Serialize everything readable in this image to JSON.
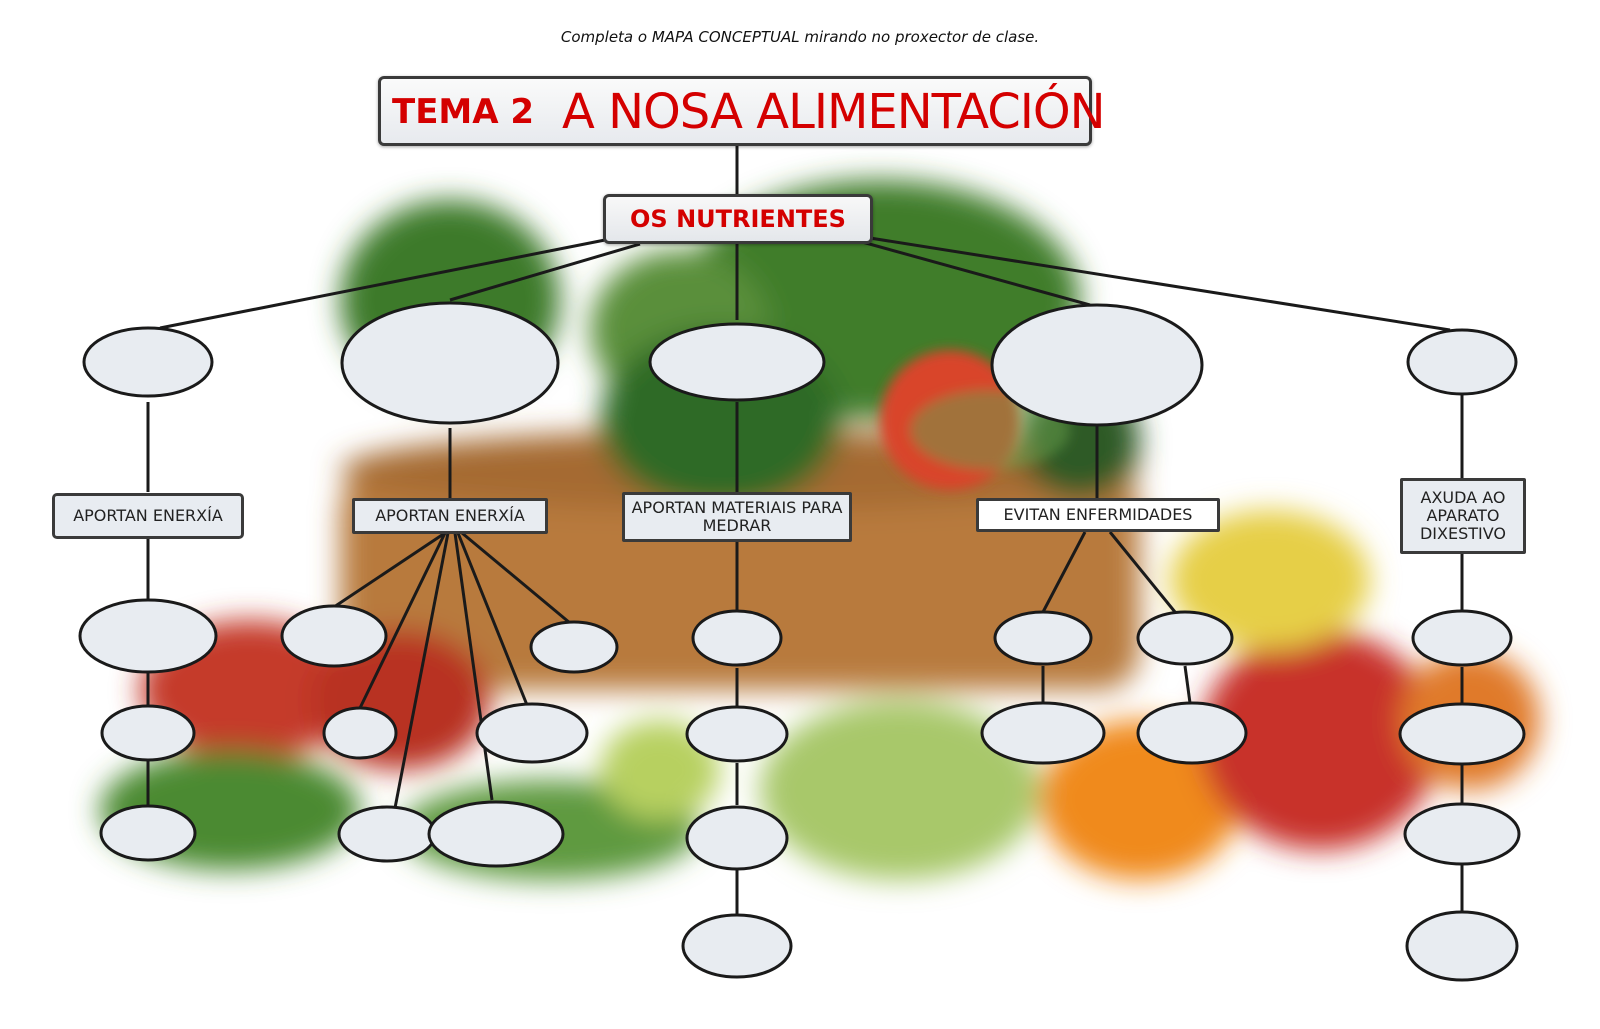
{
  "instruction": "Completa o MAPA CONCEPTUAL mirando no proxector de clase.",
  "title": {
    "tema": "TEMA 2",
    "main": "A NOSA ALIMENTACIÓN"
  },
  "root": "OS NUTRIENTES",
  "branch_labels": [
    "APORTAN ENERXÍA",
    "APORTAN ENERXÍA",
    "APORTAN MATERIAIS PARA MEDRAR",
    "EVITAN ENFERMIDADES",
    "AXUDA AO APARATO DIXESTIVO"
  ],
  "colors": {
    "title_red": "#d40000",
    "node_fill": "#e8ecf1",
    "stroke": "#1a1a1a"
  }
}
